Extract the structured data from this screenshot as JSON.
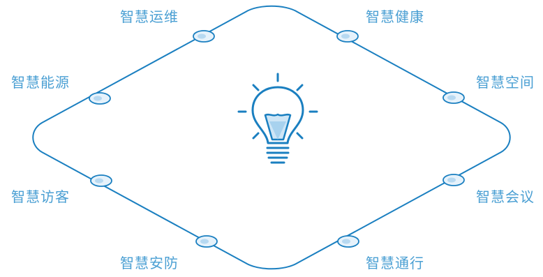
{
  "nodes": [
    {
      "id": "ops",
      "label": "智慧运维"
    },
    {
      "id": "health",
      "label": "智慧健康"
    },
    {
      "id": "energy",
      "label": "智慧能源"
    },
    {
      "id": "space",
      "label": "智慧空间"
    },
    {
      "id": "visitor",
      "label": "智慧访客"
    },
    {
      "id": "meeting",
      "label": "智慧会议"
    },
    {
      "id": "security",
      "label": "智慧安防"
    },
    {
      "id": "traffic",
      "label": "智慧通行"
    }
  ],
  "center_icon": "lightbulb-icon",
  "colors": {
    "line": "#1a7fc0",
    "label": "#4a9fd3",
    "node_fill": "#e6f2fb",
    "node_inner": "#b7d9f1"
  }
}
